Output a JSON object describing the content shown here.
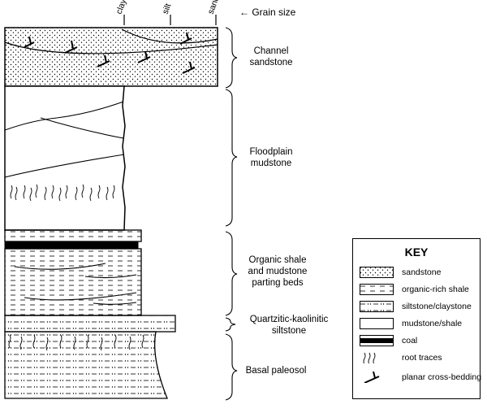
{
  "grain_size": {
    "header": "← Grain size",
    "ticks": [
      "clay",
      "silt",
      "sand"
    ]
  },
  "units": [
    {
      "id": "channel",
      "label": "Channel\nsandstone"
    },
    {
      "id": "floodplain",
      "label": "Floodplain\nmudstone"
    },
    {
      "id": "organic",
      "label": "Organic shale\nand mudstone\nparting beds"
    },
    {
      "id": "quartzitic",
      "label": "Quartzitic-kaolinitic\nsiltstone"
    },
    {
      "id": "paleosol",
      "label": "Basal paleosol"
    }
  ],
  "key": {
    "title": "KEY",
    "items": [
      {
        "icon": "sandstone-pattern",
        "label": "sandstone"
      },
      {
        "icon": "organic-shale-pattern",
        "label": "organic-rich shale"
      },
      {
        "icon": "siltstone-pattern",
        "label": "siltstone/claystone"
      },
      {
        "icon": "mudstone-pattern",
        "label": "mudstone/shale"
      },
      {
        "icon": "coal-pattern",
        "label": "coal"
      },
      {
        "icon": "root-traces-icon",
        "label": "root traces"
      },
      {
        "icon": "cross-bedding-icon",
        "label": "planar cross-bedding"
      }
    ]
  }
}
